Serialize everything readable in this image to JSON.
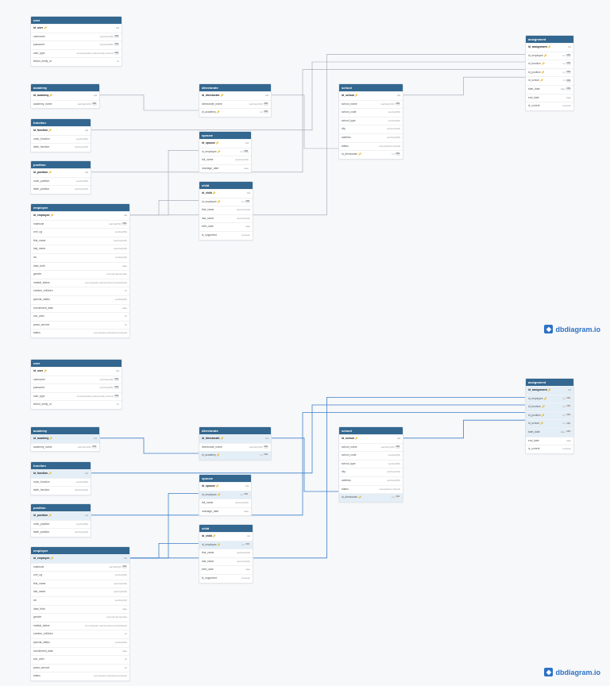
{
  "brand": {
    "name": "dbdiagram.io",
    "logo_icon": "dbdiagram-logo-icon"
  },
  "colors": {
    "header": "#33678f",
    "link_top": "#9aa3ad",
    "link_bottom": "#3f7fc6",
    "highlight": "#e3eef7"
  },
  "tables": [
    {
      "id": "user",
      "name": "user",
      "columns": [
        {
          "name": "id_user",
          "type": "int",
          "pk": true
        },
        {
          "name": "username",
          "type": "varchar(100)",
          "nn": "N/N"
        },
        {
          "name": "password",
          "type": "varchar(255)",
          "nn": "N/N"
        },
        {
          "name": "user_type",
          "type": "enum(academy,directorate,school)",
          "nn": "N/N"
        },
        {
          "name": "linked_entity_id",
          "type": "int"
        }
      ]
    },
    {
      "id": "academy",
      "name": "academy",
      "columns": [
        {
          "name": "id_academy",
          "type": "int",
          "pk": true
        },
        {
          "name": "academy_name",
          "type": "varchar(100)",
          "nn": "N/N"
        }
      ]
    },
    {
      "id": "function",
      "name": "function",
      "columns": [
        {
          "name": "id_function",
          "type": "int",
          "pk": true
        },
        {
          "name": "code_function",
          "type": "varchar(50)"
        },
        {
          "name": "label_function",
          "type": "varchar(100)"
        }
      ]
    },
    {
      "id": "position",
      "name": "position",
      "columns": [
        {
          "name": "id_position",
          "type": "int",
          "pk": true
        },
        {
          "name": "code_position",
          "type": "varchar(50)"
        },
        {
          "name": "label_position",
          "type": "varchar(100)"
        }
      ]
    },
    {
      "id": "employee",
      "name": "employee",
      "columns": [
        {
          "name": "id_employee",
          "type": "int",
          "pk": true
        },
        {
          "name": "matricule",
          "type": "varchar(50)",
          "nn": "N/N"
        },
        {
          "name": "cnrf_cg",
          "type": "varchar(50)"
        },
        {
          "name": "first_name",
          "type": "varchar(100)"
        },
        {
          "name": "last_name",
          "type": "varchar(100)"
        },
        {
          "name": "cin",
          "type": "varchar(20)"
        },
        {
          "name": "date_birth",
          "type": "date"
        },
        {
          "name": "gender",
          "type": "enum(male,female)"
        },
        {
          "name": "marital_status",
          "type": "enum(single,married,divorced,widowed)"
        },
        {
          "name": "number_children",
          "type": "int"
        },
        {
          "name": "special_status",
          "type": "varchar(50)"
        },
        {
          "name": "recruitment_date",
          "type": "date"
        },
        {
          "name": "anc_adm",
          "type": "int"
        },
        {
          "name": "years_service",
          "type": "int"
        },
        {
          "name": "status",
          "type": "enum(active,transferred,retired)"
        }
      ]
    },
    {
      "id": "directorate",
      "name": "directorate",
      "columns": [
        {
          "name": "id_directorate",
          "type": "int",
          "pk": true
        },
        {
          "name": "directorate_name",
          "type": "varchar(100)",
          "nn": "N/N"
        },
        {
          "name": "id_academy",
          "type": "int",
          "nn": "N/N",
          "fk": true
        }
      ]
    },
    {
      "id": "spouse",
      "name": "spouse",
      "columns": [
        {
          "name": "id_spouse",
          "type": "int",
          "pk": true
        },
        {
          "name": "id_employee",
          "type": "int",
          "nn": "N/N",
          "fk": true
        },
        {
          "name": "full_name",
          "type": "varchar(100)"
        },
        {
          "name": "marriage_date",
          "type": "date"
        }
      ]
    },
    {
      "id": "child",
      "name": "child",
      "columns": [
        {
          "name": "id_child",
          "type": "int",
          "pk": true
        },
        {
          "name": "id_employee",
          "type": "int",
          "nn": "N/N",
          "fk": true
        },
        {
          "name": "first_name",
          "type": "varchar(100)"
        },
        {
          "name": "last_name",
          "type": "varchar(100)"
        },
        {
          "name": "birth_date",
          "type": "date"
        },
        {
          "name": "is_supported",
          "type": "boolean"
        }
      ]
    },
    {
      "id": "school",
      "name": "school",
      "columns": [
        {
          "name": "id_school",
          "type": "int",
          "pk": true
        },
        {
          "name": "school_name",
          "type": "varchar(100)",
          "nn": "N/N"
        },
        {
          "name": "school_code",
          "type": "varchar(50)"
        },
        {
          "name": "school_type",
          "type": "varchar(50)"
        },
        {
          "name": "city",
          "type": "varchar(100)"
        },
        {
          "name": "address",
          "type": "varchar(255)"
        },
        {
          "name": "status",
          "type": "enum(active,closed)"
        },
        {
          "name": "id_directorate",
          "type": "int",
          "nn": "N/N",
          "fk": true
        }
      ]
    },
    {
      "id": "assignment",
      "name": "assignment",
      "columns": [
        {
          "name": "id_assignment",
          "type": "int",
          "pk": true
        },
        {
          "name": "id_employee",
          "type": "int",
          "nn": "N/N",
          "fk": true
        },
        {
          "name": "id_function",
          "type": "int",
          "nn": "N/N",
          "fk": true
        },
        {
          "name": "id_position",
          "type": "int",
          "nn": "N/N",
          "fk": true
        },
        {
          "name": "id_school",
          "type": "int",
          "nn": "N/N",
          "fk": true
        },
        {
          "name": "start_date",
          "type": "date",
          "nn": "N/N"
        },
        {
          "name": "end_date",
          "type": "date"
        },
        {
          "name": "is_current",
          "type": "boolean"
        }
      ]
    }
  ],
  "relations": [
    {
      "from": "directorate.id_academy",
      "to": "academy.id_academy"
    },
    {
      "from": "school.id_directorate",
      "to": "directorate.id_directorate"
    },
    {
      "from": "spouse.id_employee",
      "to": "employee.id_employee"
    },
    {
      "from": "child.id_employee",
      "to": "employee.id_employee"
    },
    {
      "from": "assignment.id_employee",
      "to": "employee.id_employee"
    },
    {
      "from": "assignment.id_function",
      "to": "function.id_function"
    },
    {
      "from": "assignment.id_position",
      "to": "position.id_position"
    },
    {
      "from": "assignment.id_school",
      "to": "school.id_school"
    }
  ],
  "panels": [
    {
      "id": "default",
      "highlighted": []
    },
    {
      "id": "hover",
      "highlighted": [
        "academy.id_academy",
        "directorate.id_directorate",
        "directorate.id_academy",
        "function.id_function",
        "position.id_position",
        "employee.id_employee",
        "spouse.id_employee",
        "child.id_employee",
        "school.id_directorate",
        "assignment.id_assignment",
        "assignment.id_employee",
        "assignment.id_function",
        "assignment.id_position",
        "assignment.id_school",
        "assignment.start_date"
      ]
    }
  ]
}
